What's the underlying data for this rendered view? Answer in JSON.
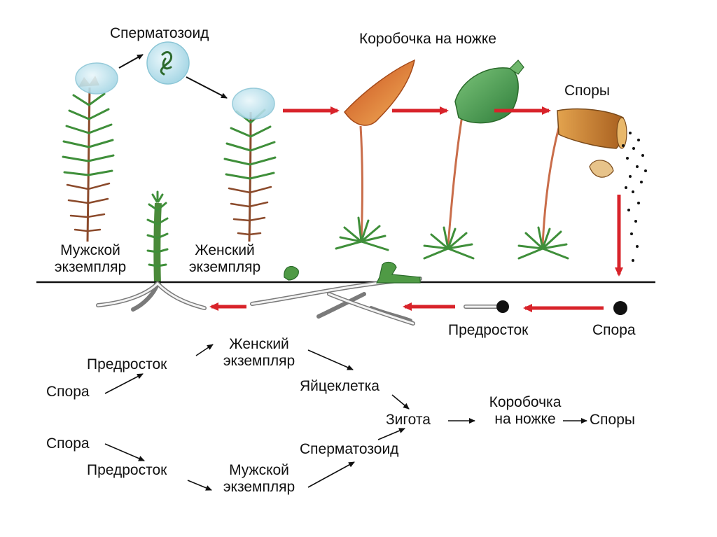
{
  "colors": {
    "flow_arrow": "#d8232a",
    "ground_line": "#111111",
    "text": "#111111",
    "moss_green": "#3f8f3a",
    "stem_brown": "#8b4a2b",
    "capsule_young": "#e07a2a",
    "capsule_green": "#58a85a",
    "capsule_ripe": "#c7832f",
    "drop_blue": "#bfe3ef",
    "spore": "#111111"
  },
  "picture_labels": {
    "spermatozoid": "Сперматозоид",
    "capsule_on_stalk": "Коробочка на ножке",
    "spores": "Споры",
    "male_1": "Мужской",
    "male_2": "экземпляр",
    "female_1": "Женский",
    "female_2": "экземпляр",
    "protonema": "Предросток",
    "spore": "Спора"
  },
  "scheme": {
    "female_branch": {
      "spore": "Спора",
      "protonema": "Предросток",
      "female_1": "Женский",
      "female_2": "экземпляр",
      "egg": "Яйцеклетка"
    },
    "male_branch": {
      "spore": "Спора",
      "protonema": "Предросток",
      "male_1": "Мужской",
      "male_2": "экземпляр",
      "sperm": "Сперматозоид"
    },
    "zygote": "Зигота",
    "capsule_1": "Коробочка",
    "capsule_2": "на ножке",
    "spores": "Споры"
  }
}
